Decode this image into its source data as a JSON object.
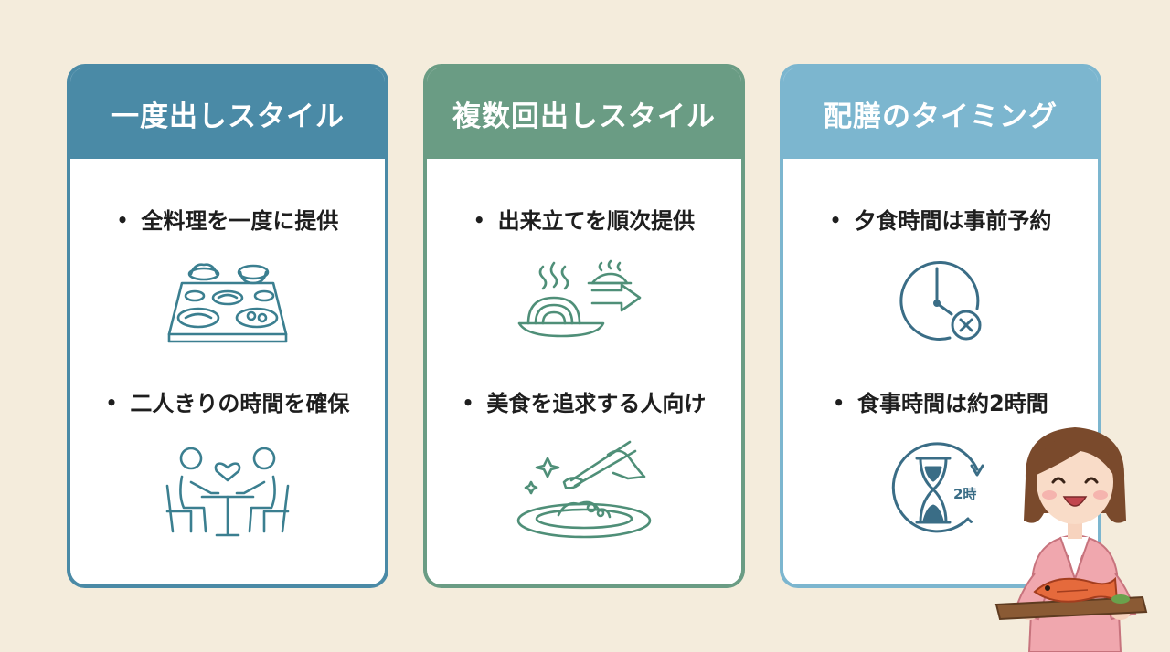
{
  "colors": {
    "background": "#f4ecdc",
    "card1_accent": "#4a8aa6",
    "card2_accent": "#6a9c84",
    "card3_accent": "#7cb6cf",
    "icon_stroke_card1": "#3b7f90",
    "icon_stroke_card2": "#4f8f78",
    "icon_stroke_card3": "#3a6d86"
  },
  "cards": [
    {
      "title": "一度出しスタイル",
      "bullet_1": "全料理を一度に提供",
      "icon_1": "tray-meal-icon",
      "bullet_2": "二人きりの時間を確保",
      "icon_2": "couple-dining-icon"
    },
    {
      "title": "複数回出しスタイル",
      "bullet_1": "出来立てを順次提供",
      "icon_1": "serving-sequence-icon",
      "bullet_2": "美食を追求する人向け",
      "icon_2": "gourmet-chopsticks-icon"
    },
    {
      "title": "配膳のタイミング",
      "bullet_1": "夕食時間は事前予約",
      "icon_1": "clock-cancel-icon",
      "bullet_2": "食事時間は約2時間",
      "icon_2": "hourglass-2h-icon",
      "hourglass_label": "2時"
    }
  ],
  "bullet_symbol": "•"
}
